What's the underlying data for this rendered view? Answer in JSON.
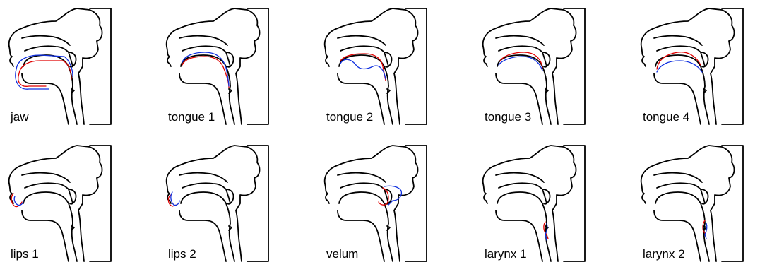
{
  "colors": {
    "outline": "#000000",
    "variant_a": "#e00000",
    "variant_b": "#1030e0"
  },
  "panels": [
    {
      "id": "jaw",
      "label": "jaw"
    },
    {
      "id": "tongue1",
      "label": "tongue 1"
    },
    {
      "id": "tongue2",
      "label": "tongue 2"
    },
    {
      "id": "tongue3",
      "label": "tongue 3"
    },
    {
      "id": "tongue4",
      "label": "tongue 4"
    },
    {
      "id": "lips1",
      "label": "lips 1"
    },
    {
      "id": "lips2",
      "label": "lips 2"
    },
    {
      "id": "velum",
      "label": "velum"
    },
    {
      "id": "larynx1",
      "label": "larynx 1"
    },
    {
      "id": "larynx2",
      "label": "larynx 2"
    }
  ]
}
